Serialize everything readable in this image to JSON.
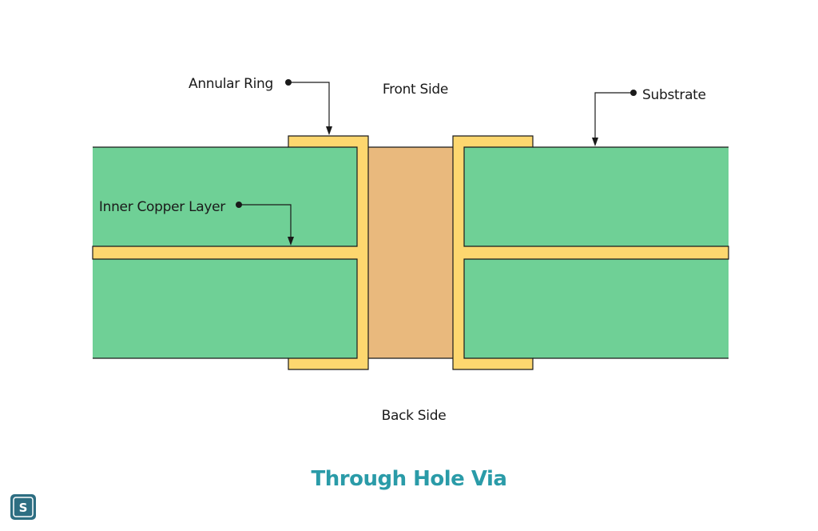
{
  "labels": {
    "annular_ring": "Annular Ring",
    "front_side": "Front Side",
    "substrate": "Substrate",
    "inner_copper_layer": "Inner Copper Layer",
    "back_side": "Back Side"
  },
  "title": "Through Hole Via",
  "logo": {
    "text": "S"
  },
  "colors": {
    "substrate": "#6fd096",
    "copper": "#fdd76f",
    "hole": "#e9b97d",
    "outline": "#1a1a1a",
    "title": "#2a9ba8",
    "logo_bg": "#2d6e82"
  }
}
